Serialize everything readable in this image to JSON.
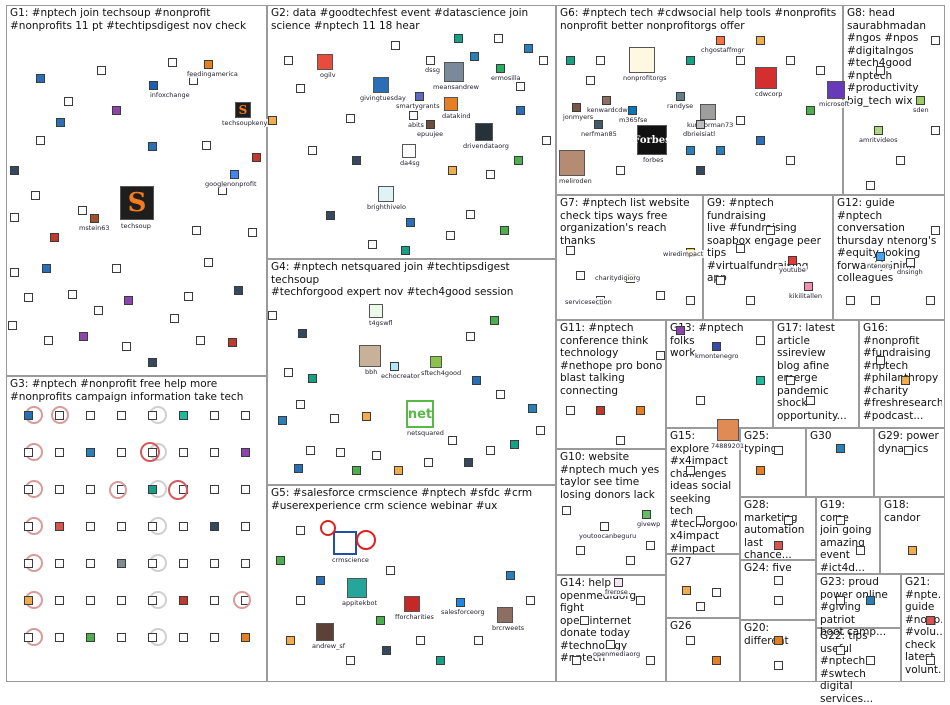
{
  "groups": [
    {
      "id": "G1",
      "label": "G1: #nptech join techsoup #nonprofit\n#nonprofits 11 pt #techtipsdigest nov check"
    },
    {
      "id": "G2",
      "label": "G2: data #goodtechfest event #datascience join\nscience #nptech 11 18 hear"
    },
    {
      "id": "G3",
      "label": "G3: #nptech #nonprofit free help more\n#nonprofits campaign information take tech"
    },
    {
      "id": "G4",
      "label": "G4: #nptech netsquared join #techtipsdigest techsoup\n#techforgood expert nov #tech4good session"
    },
    {
      "id": "G5",
      "label": "G5: #salesforce crmscience #nptech #sfdc #crm\n#userexperience crm science webinar #ux"
    },
    {
      "id": "G6",
      "label": "G6: #nptech tech #cdwsocial help tools #nonprofits\nnonprofit better nonprofitorgs offer"
    },
    {
      "id": "G7",
      "label": "G7: #nptech list website\ncheck tips ways free\norganization's reach thanks"
    },
    {
      "id": "G8",
      "label": "G8: head\nsaurabhmadan\n#ngos #npos\n#digitalngos\n#tech4good\n#nptech\n#productivity\nbig_tech wix"
    },
    {
      "id": "G9",
      "label": "G9: #nptech fundraising\nlive #fundraising\nsoapbox engage peer\ntips #virtualfundraising\napp"
    },
    {
      "id": "G10",
      "label": "G10: website\n#nptech much yes\ntaylor see time\nlosing donors lack"
    },
    {
      "id": "G11",
      "label": "G11: #nptech\nconference think\ntechnology\n#nethope pro bono\nblast talking\nconnecting"
    },
    {
      "id": "G12",
      "label": "G12: guide #nptech\nconversation\nthursday ntenorg's\n#equity looking\nforward joining\ncolleagues"
    },
    {
      "id": "G13",
      "label": "G13: #nptech folks\nwork"
    },
    {
      "id": "G14",
      "label": "G14: help\nopenmediaorg fight\nopen internet\ndonate today\n#technology\n#nptech"
    },
    {
      "id": "G15",
      "label": "G15: explore\n#x4impact\nchallenges\nideas social\nseeking tech\n#techforgood\nx4impact\n#impact"
    },
    {
      "id": "G16",
      "label": "G16: #nonprofit\n#fundraising\n#nptech\n#philanthropy\n#charity\n#freshresearch\n#podcast..."
    },
    {
      "id": "G17",
      "label": "G17: latest\narticle ssireview\nblog afine\nemerge\npandemic\nshock\nopportunity..."
    },
    {
      "id": "G18",
      "label": "G18:\ncandor"
    },
    {
      "id": "G19",
      "label": "G19: come\njoin going\namazing\nevent\n#ict4d..."
    },
    {
      "id": "G20",
      "label": "G20: different"
    },
    {
      "id": "G21",
      "label": "G21:\n#npte...\nguide\n#nonp...\n#volu...\ncheck\nlatest\nvolunt..."
    },
    {
      "id": "G22",
      "label": "G22: tips useful\n#nptech\n#swtech digital\nservices..."
    },
    {
      "id": "G23",
      "label": "G23: proud\npower online\n#giving patriot\nboot camp..."
    },
    {
      "id": "G24",
      "label": "G24: five"
    },
    {
      "id": "G25",
      "label": "G25: typing"
    },
    {
      "id": "G26",
      "label": "G26"
    },
    {
      "id": "G27",
      "label": "G27"
    },
    {
      "id": "G28",
      "label": "G28:\nmarketing\nautomation\nlast chance..."
    },
    {
      "id": "G29",
      "label": "G29: power\ndynamics"
    },
    {
      "id": "G30",
      "label": "G30"
    }
  ],
  "node_labels": {
    "techsoup": "techsoup",
    "techsoupkenya": "techsoupkenya",
    "infoxchange": "infoxchange",
    "feedingamerica": "feedingamerica",
    "googlenonprofit": "googlenonprofit",
    "mstein63": "mstein63",
    "ogilv": "ogilv",
    "givingtuesday": "givingtuesday",
    "smartygrants": "smartygrants",
    "meansandrew": "meansandrew",
    "ermosilla": "ermosilla",
    "datakind": "datakind",
    "abits": "abits",
    "epuujee": "epuujee",
    "drivendataorg": "drivendataorg",
    "dssg": "dssg",
    "da4sg": "da4sg",
    "brighthivelo": "brighthivelo",
    "t4gswfl": "t4gswfl",
    "bbh": "bbh",
    "echocreator": "echocreator",
    "sftech4good": "sftech4good",
    "netsquared": "netsquared",
    "crmscience": "crmscience",
    "appitekbot": "appitekbot",
    "andrew_sf": "andrew_sf",
    "fforcharities": "fforcharities",
    "salesforceorg": "salesforceorg",
    "brcrweets": "brcrweets",
    "nonprofitorgs": "nonprofitorgs",
    "chgostaffmgr": "chgostaffmgr",
    "cdwcorp": "cdwcorp",
    "microsoft": "microsoft",
    "kenwardcdw": "kenwardcdw",
    "jonmyers": "jonmyers",
    "m365fse": "m365fse",
    "randyse": "randyse",
    "kurtnorman73": "kurtnorman73",
    "dbrieisiatl": "dbrieisiatl",
    "nerfman85": "nerfman85",
    "forbes": "forbes",
    "forbes_logo": "Forbes",
    "netsquared_logo": "net",
    "meliroden": "meliroden",
    "wiredimpact": "wiredimpact",
    "charitydigiorg": "charitydigiorg",
    "servicesection": "servicesection",
    "youtube": "youtube",
    "kikilitallen": "kikilitallen",
    "ntenorg": "ntenorg",
    "dnsingh": "dnsingh",
    "sden": "sden",
    "amritvideos": "amritvideos",
    "kmontenegro": "kmontenegro",
    "n74889201": "74889201",
    "youtoocanbeguru": "youtoocanbeguru",
    "givewp": "givewp",
    "openmediaorg": "openmediaorg",
    "frerose": "frerose",
    "techsoup_logo": "S",
    "techsoupkenya_logo": "S"
  },
  "colors": {
    "edge": "#c9b4b4",
    "edge_strong": "#d06060",
    "edge_highlight": "#e02020",
    "group_border": "#9a9a9a",
    "techsoup_bg": "#1e1e1e",
    "techsoup_accent": "#f47b20",
    "netsquared_green": "#58b947",
    "forbes_bg": "#111111",
    "crmscience_blue": "#1f4fa8"
  }
}
